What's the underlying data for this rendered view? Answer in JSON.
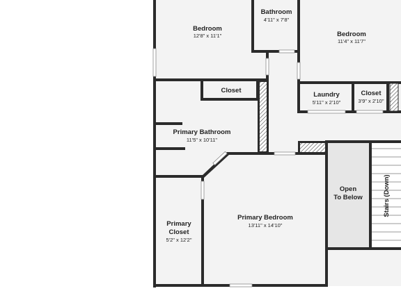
{
  "rooms": {
    "bedroom_1": {
      "name": "Bedroom",
      "dims": "12'8\" x 11'1\""
    },
    "bathroom": {
      "name": "Bathroom",
      "dims": "4'11\" x 7'8\""
    },
    "bedroom_2": {
      "name": "Bedroom",
      "dims": "11'4\" x 11'7\""
    },
    "closet_1": {
      "name": "Closet"
    },
    "laundry": {
      "name": "Laundry",
      "dims": "5'11\" x 2'10\""
    },
    "closet_2": {
      "name": "Closet",
      "dims": "3'9\" x 2'10\""
    },
    "primary_bathroom": {
      "name": "Primary Bathroom",
      "dims": "11'5\" x 10'11\""
    },
    "open_to_below": {
      "name_line1": "Open",
      "name_line2": "To Below"
    },
    "stairs": {
      "name": "Stairs (Down)"
    },
    "primary_closet": {
      "name_line1": "Primary",
      "name_line2": "Closet",
      "dims": "5'2\" x 12'2\""
    },
    "primary_bedroom": {
      "name": "Primary Bedroom",
      "dims": "13'11\" x 14'10\""
    }
  },
  "colors": {
    "wall": "#2b2b2b",
    "floor": "#f3f3f3",
    "open_to_below_fill": "#e6e6e6",
    "page_background": "#ffffff"
  }
}
